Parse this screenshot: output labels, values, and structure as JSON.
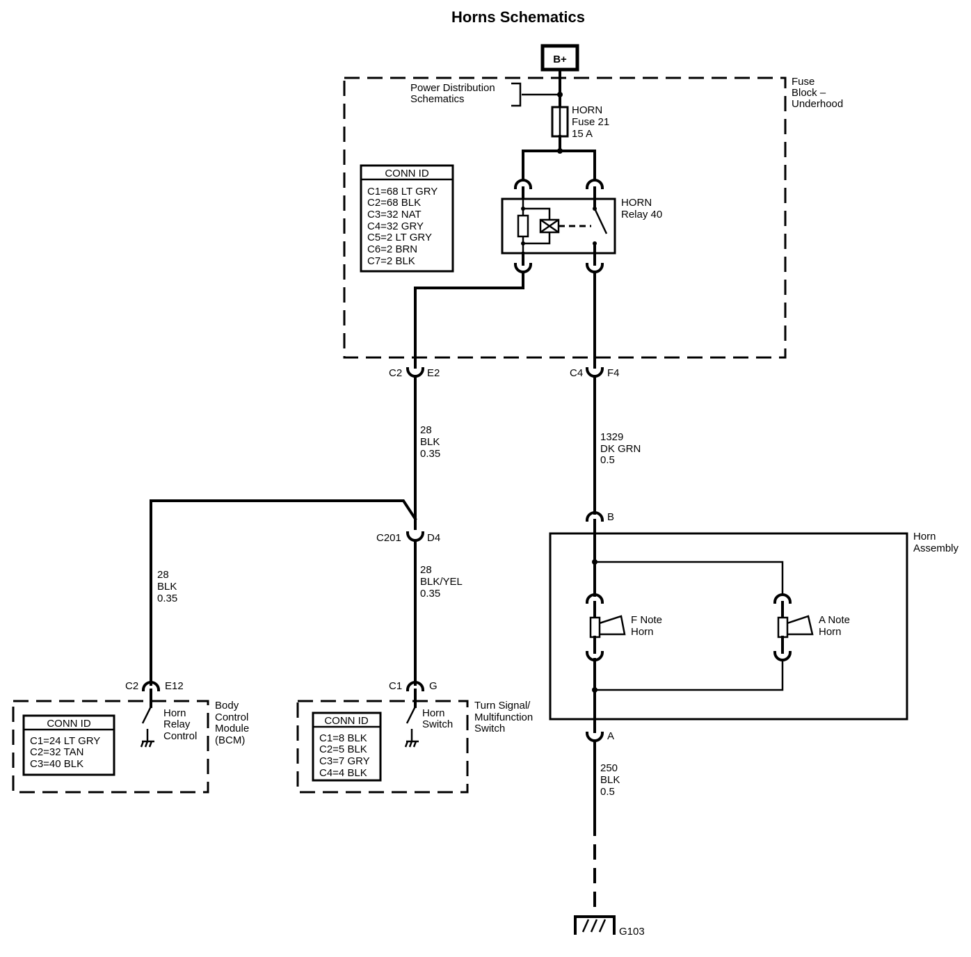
{
  "title": "Horns Schematics",
  "power": {
    "battery_label": "B+",
    "pd_schematics_line1": "Power Distribution",
    "pd_schematics_line2": "Schematics",
    "fuse_block_line1": "Fuse",
    "fuse_block_line2": "Block –",
    "fuse_block_line3": "Underhood",
    "fuse_line1": "HORN",
    "fuse_line2": "Fuse 21",
    "fuse_line3": "15 A",
    "relay_line1": "HORN",
    "relay_line2": "Relay 40"
  },
  "fuse_block_conn": {
    "header": "CONN ID",
    "rows": [
      "C1=68 LT GRY",
      "C2=68 BLK",
      "C3=32 NAT",
      "C4=32 GRY",
      "C5=2 LT GRY",
      "C6=2 BRN",
      "C7=2 BLK"
    ]
  },
  "connectors": {
    "c2": "C2",
    "e2": "E2",
    "c4": "C4",
    "f4": "F4",
    "c201": "C201",
    "d4": "D4",
    "bcm_c2": "C2",
    "e12": "E12",
    "tsm_c1": "C1",
    "g": "G",
    "horn_b": "B",
    "horn_a": "A",
    "ground": "G103"
  },
  "wires": {
    "w28_blk_1": [
      "28",
      "BLK",
      "0.35"
    ],
    "w1329": [
      "1329",
      "DK GRN",
      "0.5"
    ],
    "w28_blk_2": [
      "28",
      "BLK",
      "0.35"
    ],
    "w28_blk_yel": [
      "28",
      "BLK/YEL",
      "0.35"
    ],
    "w250": [
      "250",
      "BLK",
      "0.5"
    ]
  },
  "horn_assembly": {
    "label_line1": "Horn",
    "label_line2": "Assembly",
    "f_note_line1": "F Note",
    "f_note_line2": "Horn",
    "a_note_line1": "A Note",
    "a_note_line2": "Horn"
  },
  "bcm": {
    "label_line1": "Body",
    "label_line2": "Control",
    "label_line3": "Module",
    "label_line4": "(BCM)",
    "switch_line1": "Horn",
    "switch_line2": "Relay",
    "switch_line3": "Control",
    "conn_header": "CONN ID",
    "conn_rows": [
      "C1=24 LT GRY",
      "C2=32 TAN",
      "C3=40 BLK"
    ]
  },
  "tsm": {
    "label_line1": "Turn Signal/",
    "label_line2": "Multifunction",
    "label_line3": "Switch",
    "switch_line1": "Horn",
    "switch_line2": "Switch",
    "conn_header": "CONN ID",
    "conn_rows": [
      "C1=8 BLK",
      "C2=5 BLK",
      "C3=7 GRY",
      "C4=4 BLK"
    ]
  }
}
